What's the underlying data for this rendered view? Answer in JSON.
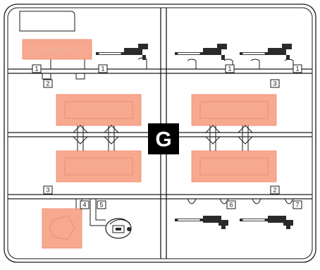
{
  "sprue": {
    "letter": "G",
    "partNumbers": [
      "1",
      "1",
      "1",
      "1",
      "2",
      "3",
      "3",
      "2",
      "4",
      "5",
      "6",
      "7"
    ],
    "colors": {
      "runner": "#1a1a1a",
      "part": "#f7a98f",
      "letterBox": "#000000",
      "letterText": "#ffffff"
    }
  },
  "parts": {
    "faded_label": "SNAKE MG COVER"
  }
}
